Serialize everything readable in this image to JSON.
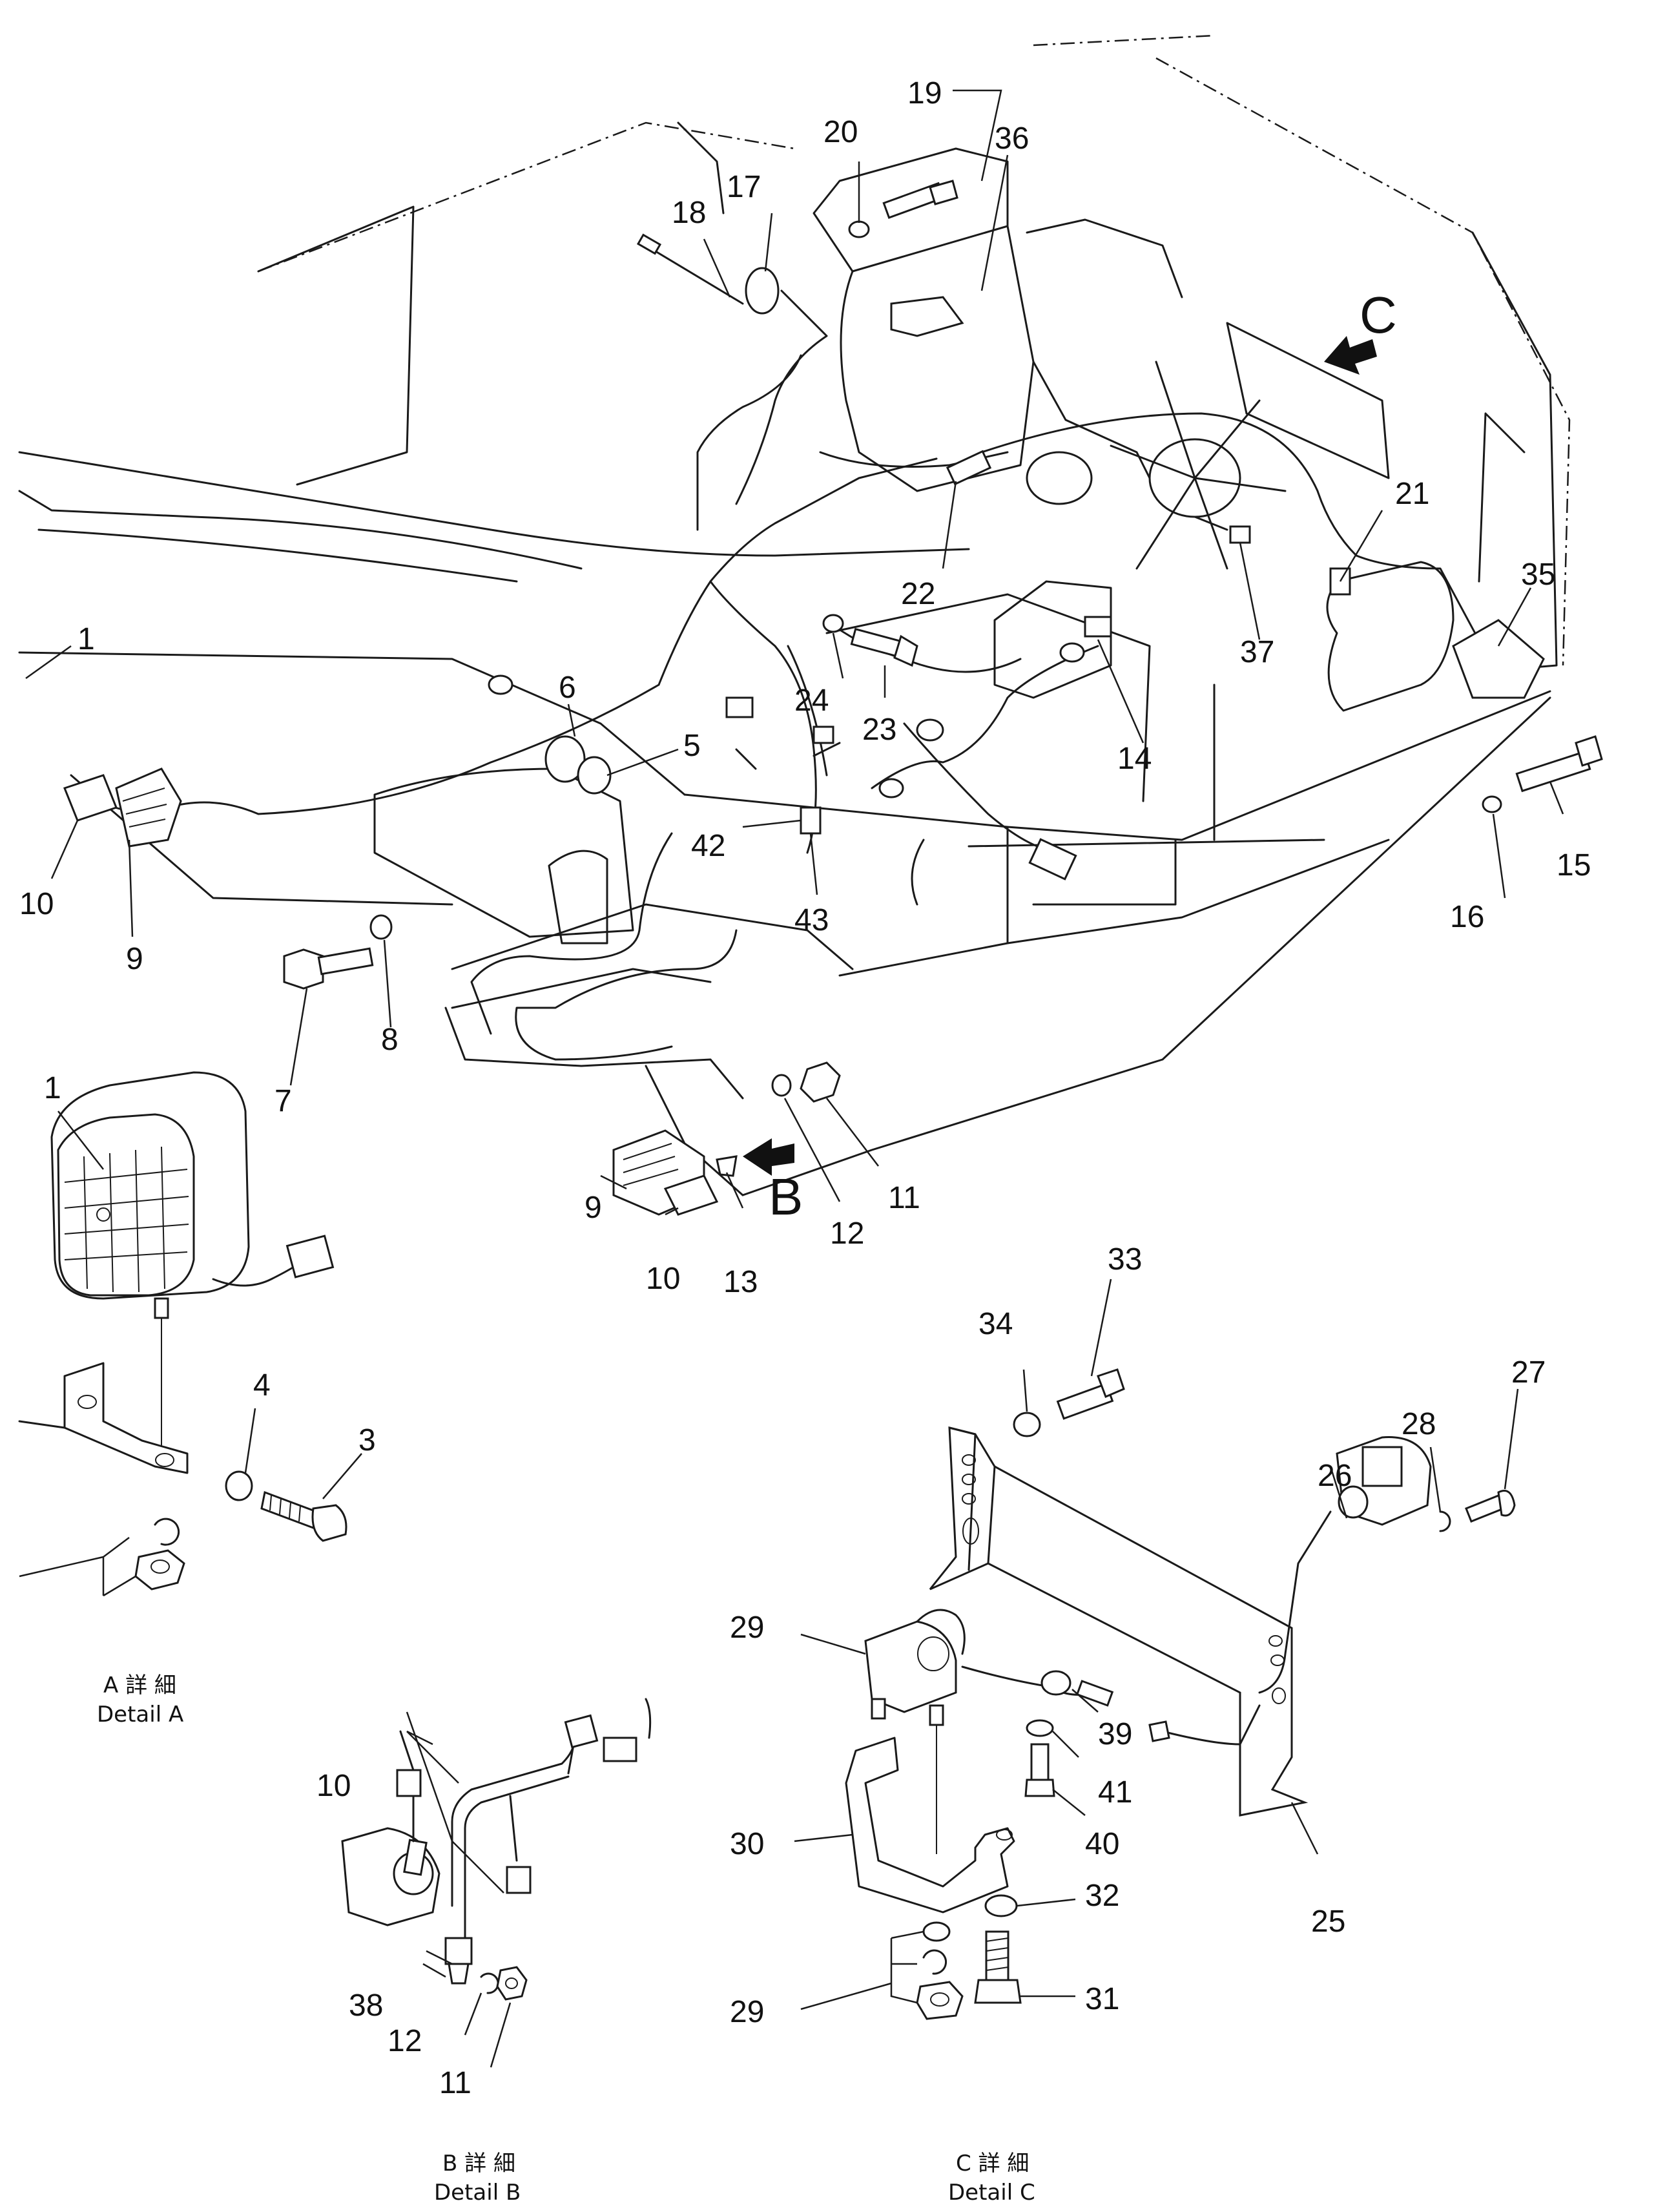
{
  "callouts": [
    {
      "id": "c1a",
      "label": "1"
    },
    {
      "id": "c1b",
      "label": "1"
    },
    {
      "id": "c3",
      "label": "3"
    },
    {
      "id": "c4",
      "label": "4"
    },
    {
      "id": "c5",
      "label": "5"
    },
    {
      "id": "c6",
      "label": "6"
    },
    {
      "id": "c7",
      "label": "7"
    },
    {
      "id": "c8",
      "label": "8"
    },
    {
      "id": "c9a",
      "label": "9"
    },
    {
      "id": "c9b",
      "label": "9"
    },
    {
      "id": "c10a",
      "label": "10"
    },
    {
      "id": "c10b",
      "label": "10"
    },
    {
      "id": "c10c",
      "label": "10"
    },
    {
      "id": "c11a",
      "label": "11"
    },
    {
      "id": "c11b",
      "label": "11"
    },
    {
      "id": "c12a",
      "label": "12"
    },
    {
      "id": "c12b",
      "label": "12"
    },
    {
      "id": "c13",
      "label": "13"
    },
    {
      "id": "c14",
      "label": "14"
    },
    {
      "id": "c15",
      "label": "15"
    },
    {
      "id": "c16",
      "label": "16"
    },
    {
      "id": "c17",
      "label": "17"
    },
    {
      "id": "c18",
      "label": "18"
    },
    {
      "id": "c19",
      "label": "19"
    },
    {
      "id": "c20",
      "label": "20"
    },
    {
      "id": "c21",
      "label": "21"
    },
    {
      "id": "c22",
      "label": "22"
    },
    {
      "id": "c23",
      "label": "23"
    },
    {
      "id": "c24",
      "label": "24"
    },
    {
      "id": "c25",
      "label": "25"
    },
    {
      "id": "c26",
      "label": "26"
    },
    {
      "id": "c27",
      "label": "27"
    },
    {
      "id": "c28",
      "label": "28"
    },
    {
      "id": "c29a",
      "label": "29"
    },
    {
      "id": "c29b",
      "label": "29"
    },
    {
      "id": "c30",
      "label": "30"
    },
    {
      "id": "c31",
      "label": "31"
    },
    {
      "id": "c32",
      "label": "32"
    },
    {
      "id": "c33",
      "label": "33"
    },
    {
      "id": "c34",
      "label": "34"
    },
    {
      "id": "c35",
      "label": "35"
    },
    {
      "id": "c36",
      "label": "36"
    },
    {
      "id": "c37",
      "label": "37"
    },
    {
      "id": "c38",
      "label": "38"
    },
    {
      "id": "c39",
      "label": "39"
    },
    {
      "id": "c40",
      "label": "40"
    },
    {
      "id": "c41",
      "label": "41"
    },
    {
      "id": "c42",
      "label": "42"
    },
    {
      "id": "c43",
      "label": "43"
    }
  ],
  "view_markers": {
    "b": "B",
    "c": "C"
  },
  "details": {
    "a": {
      "jp": "A 詳 細",
      "en": "Detail A"
    },
    "b": {
      "jp": "B 詳 細",
      "en": "Detail B"
    },
    "c": {
      "jp": "C 詳 細",
      "en": "Detail C"
    }
  }
}
